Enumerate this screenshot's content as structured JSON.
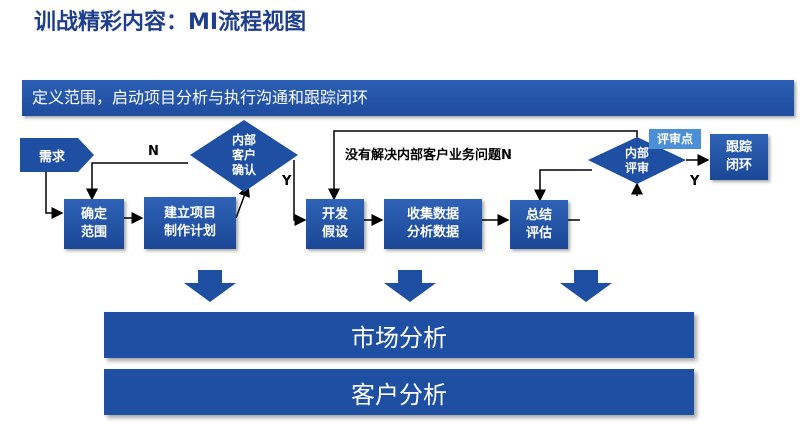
{
  "title": "训战精彩内容：MI流程视图",
  "banner": "定义范围，启动项目分析与执行沟通和跟踪闭环",
  "nodes": {
    "demand": "需求",
    "define_scope": [
      "确定",
      "范围"
    ],
    "build_plan": [
      "建立项目",
      "制作计划"
    ],
    "internal_confirm": [
      "内部",
      "客户",
      "确认"
    ],
    "develop_hypothesis": [
      "开发",
      "假设"
    ],
    "collect_data": [
      "收集数据",
      "分析数据"
    ],
    "summary": [
      "总结",
      "评估"
    ],
    "internal_review": [
      "内部",
      "评审"
    ],
    "track_close": [
      "跟踪",
      "闭环"
    ]
  },
  "labels": {
    "n1": "N",
    "y1": "Y",
    "unresolved": "没有解决内部客户业务问题N",
    "y2": "Y",
    "review_point": "评审点"
  },
  "bars": {
    "market_analysis": "市场分析",
    "customer_analysis": "客户分析"
  },
  "colors": {
    "primary": "#1e4fa3",
    "title": "#1f3f8c",
    "badge": "#4b8fd6"
  }
}
